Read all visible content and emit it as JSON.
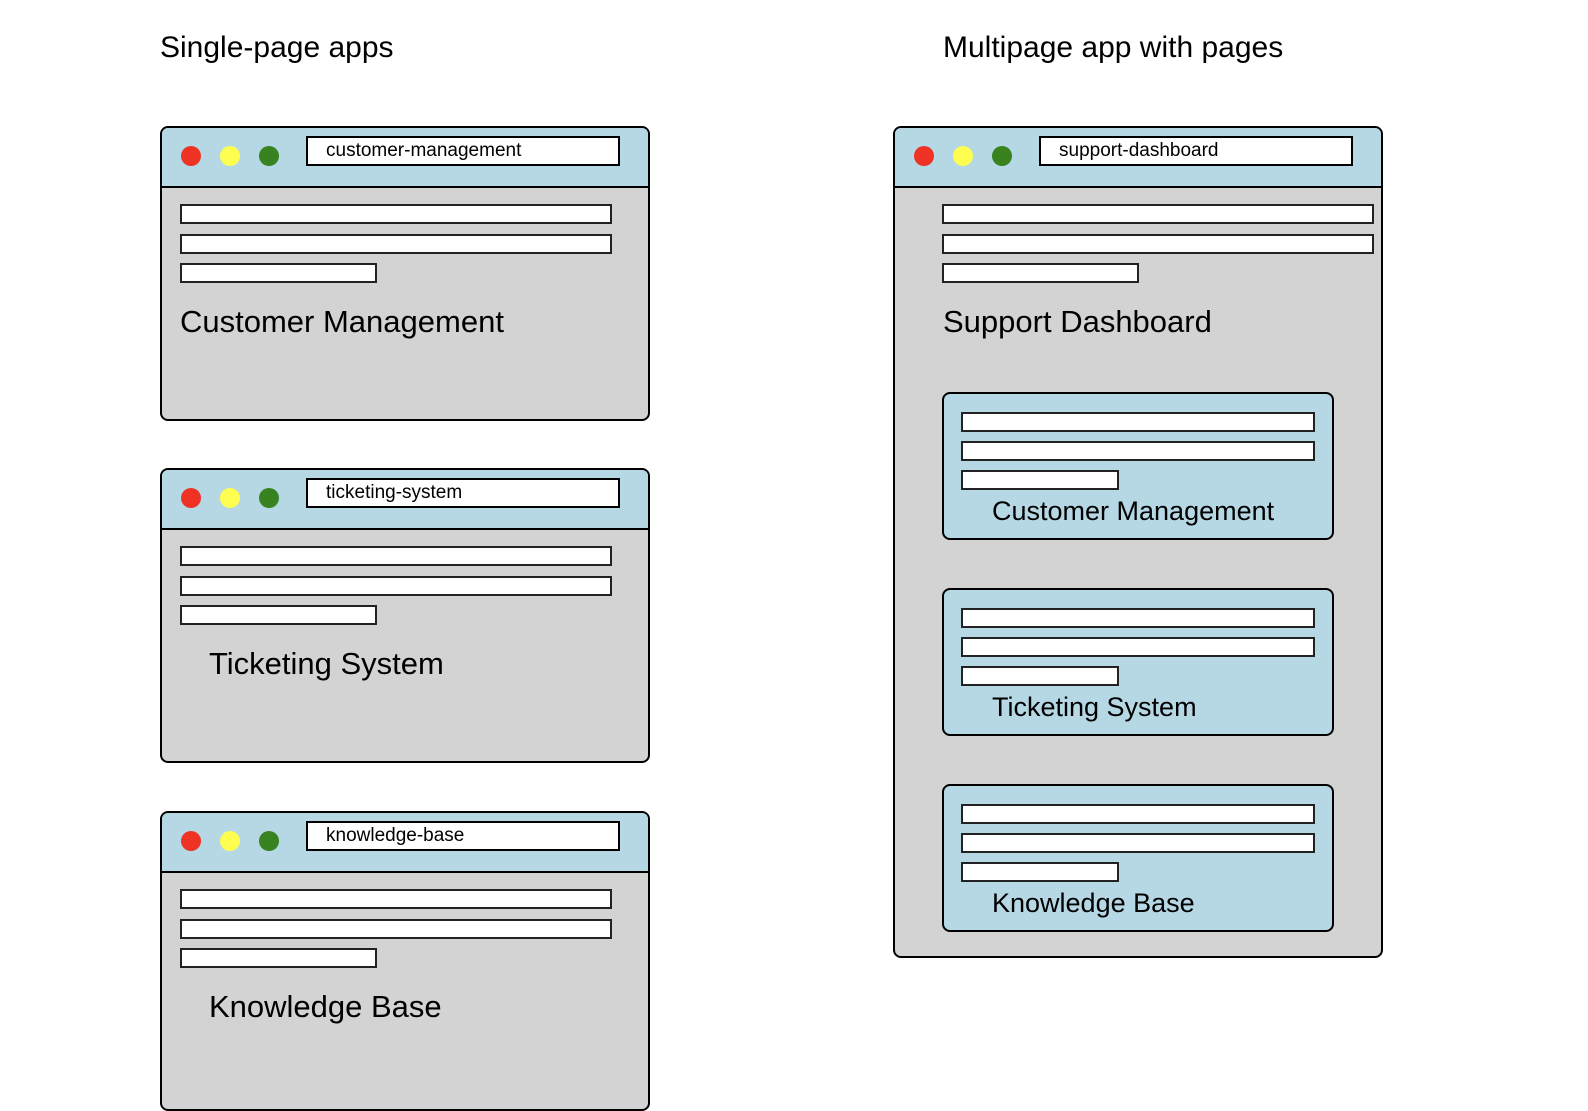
{
  "colors": {
    "titlebar": "#b5d8e4",
    "window_body": "#d3d3d3",
    "dot_red": "#ee3325",
    "dot_yellow": "#fefe50",
    "dot_green": "#38821f"
  },
  "left": {
    "heading": "Single-page apps",
    "windows": [
      {
        "address": "customer-management",
        "title": "Customer Management"
      },
      {
        "address": "ticketing-system",
        "title": "Ticketing System"
      },
      {
        "address": "knowledge-base",
        "title": "Knowledge Base"
      }
    ]
  },
  "right": {
    "heading": "Multipage app with pages",
    "window": {
      "address": "support-dashboard",
      "title": "Support Dashboard",
      "pages": [
        {
          "title": "Customer Management"
        },
        {
          "title": "Ticketing System"
        },
        {
          "title": "Knowledge Base"
        }
      ]
    }
  }
}
